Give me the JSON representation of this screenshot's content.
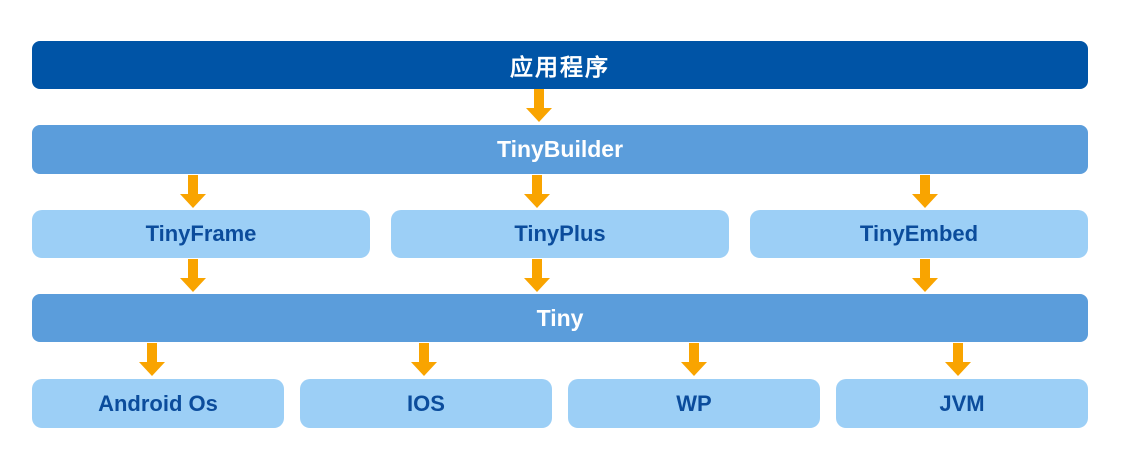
{
  "diagram": {
    "background": "#ffffff",
    "colors": {
      "canvas": "#ffffff",
      "top_bar": "#0054a6",
      "mid_bar": "#5b9ddb",
      "leaf_box": "#9ccff6",
      "bar_text": "#ffffff",
      "box_text": "#0b4c9c",
      "arrow": "#f9a400"
    },
    "icons": {
      "down_arrow": "↓"
    },
    "rows": {
      "application": {
        "label": "应用程序"
      },
      "builder": {
        "label": "TinyBuilder"
      },
      "editions": [
        {
          "label": "TinyFrame"
        },
        {
          "label": "TinyPlus"
        },
        {
          "label": "TinyEmbed"
        }
      ],
      "core": {
        "label": "Tiny"
      },
      "platforms": [
        {
          "label": "Android Os"
        },
        {
          "label": "IOS"
        },
        {
          "label": "WP"
        },
        {
          "label": "JVM"
        }
      ]
    }
  }
}
